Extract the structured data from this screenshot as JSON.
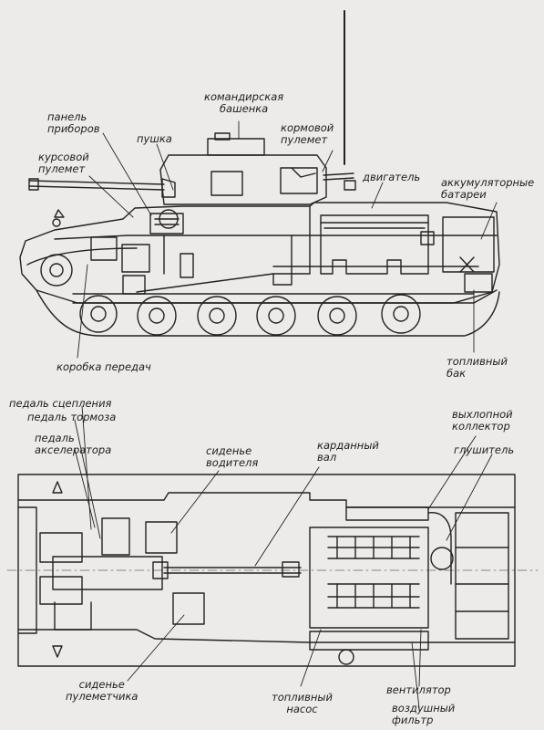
{
  "side_view": {
    "labels": {
      "commander_cupola": [
        "командирская",
        "башенка"
      ],
      "instrument_panel": [
        "панель",
        "приборов"
      ],
      "gun": "пушка",
      "rear_machine_gun": [
        "кормовой",
        "пулемет"
      ],
      "hull_machine_gun": [
        "курсовой",
        "пулемет"
      ],
      "engine": "двигатель",
      "batteries": [
        "аккумуляторные",
        "батареи"
      ],
      "gearbox": "коробка передач",
      "fuel_tank": [
        "топливный",
        "бак"
      ]
    }
  },
  "top_view": {
    "labels": {
      "clutch_pedal": "педаль сцепления",
      "brake_pedal": "педаль тормоза",
      "accelerator_pedal": [
        "педаль",
        "акселератора"
      ],
      "driver_seat": [
        "сиденье",
        "водителя"
      ],
      "drive_shaft": [
        "карданный",
        "вал"
      ],
      "exhaust_manifold": [
        "выхлопной",
        "коллектор"
      ],
      "muffler": "глушитель",
      "gunner_seat": [
        "сиденье",
        "пулеметчика"
      ],
      "fuel_pump": [
        "топливный",
        "насос"
      ],
      "fan": "вентилятор",
      "air_filter": [
        "воздушный",
        "фильтр"
      ]
    }
  }
}
